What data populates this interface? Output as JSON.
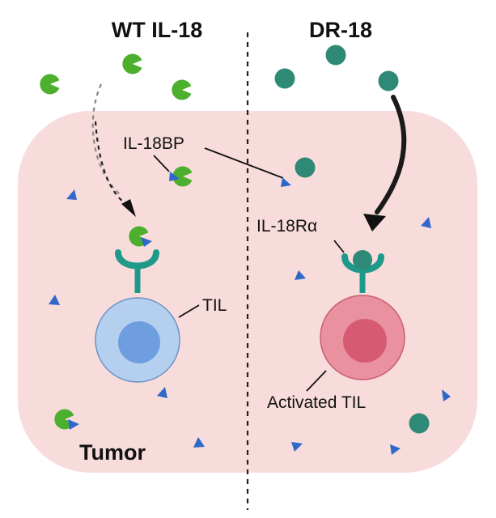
{
  "titles": {
    "left": "WT IL-18",
    "right": "DR-18"
  },
  "labels": {
    "il18bp": "IL-18BP",
    "il18ra": "IL-18Rα",
    "til": "TIL",
    "activated_til": "Activated TIL",
    "tumor": "Tumor"
  },
  "colors": {
    "tumor_fill": "#f8dcdc",
    "wt_il18": "#4caf2e",
    "dr18": "#2e8a76",
    "il18bp": "#2f68c8",
    "receptor": "#1f9a8a",
    "til_outer": "#b4d0ee",
    "til_inner": "#6e9ee0",
    "activated_outer": "#e9919e",
    "activated_inner": "#d65b72",
    "divider": "#222222"
  }
}
